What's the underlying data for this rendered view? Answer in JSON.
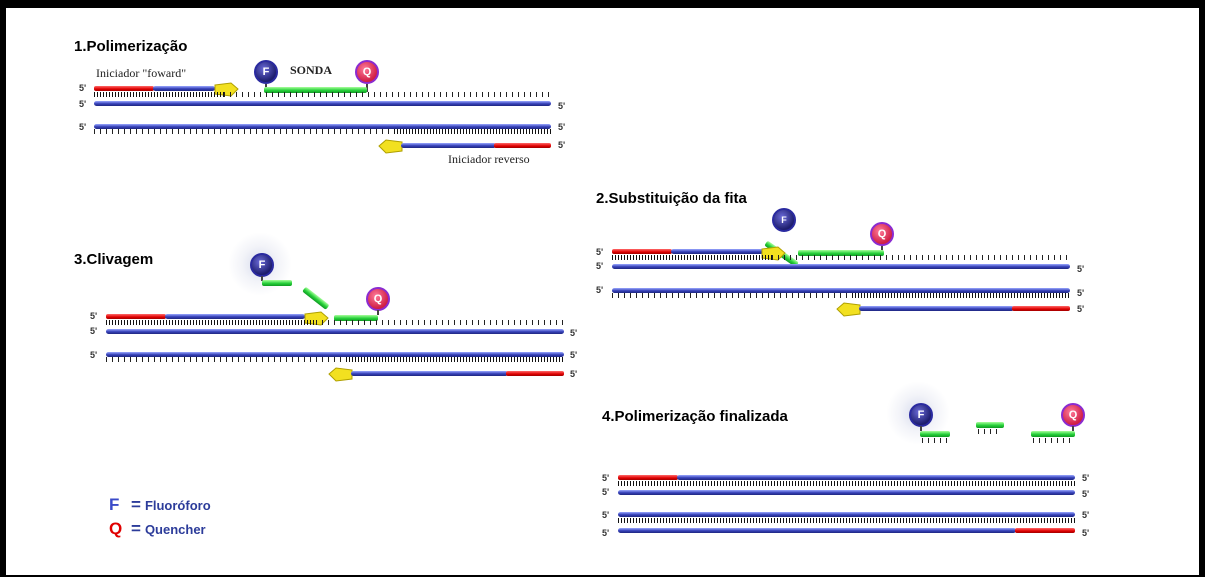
{
  "panels": {
    "polimerizacao": {
      "title": "1.Polimerização",
      "primer_forward": "Iniciador \"foward\"",
      "probe": "SONDA",
      "primer_reverse": "Iniciador reverso"
    },
    "substituicao": {
      "title": "2.Substituição da fita"
    },
    "clivagem": {
      "title": "3.Clivagem"
    },
    "finalizada": {
      "title": "4.Polimerização finalizada"
    }
  },
  "labels": {
    "five_prime": "5'",
    "fluor": "F",
    "quencher": "Q"
  },
  "legend": {
    "f_symbol": "F",
    "f_label": "Fluoróforo",
    "q_symbol": "Q",
    "q_label": "Quencher",
    "equals": "="
  },
  "colors": {
    "strand": "#3641b8",
    "primer": "#e00000",
    "probe": "#27d03a",
    "polymerase": "#f2e020",
    "fluor": "#1e1e6e",
    "quencher": "#d01f45"
  }
}
